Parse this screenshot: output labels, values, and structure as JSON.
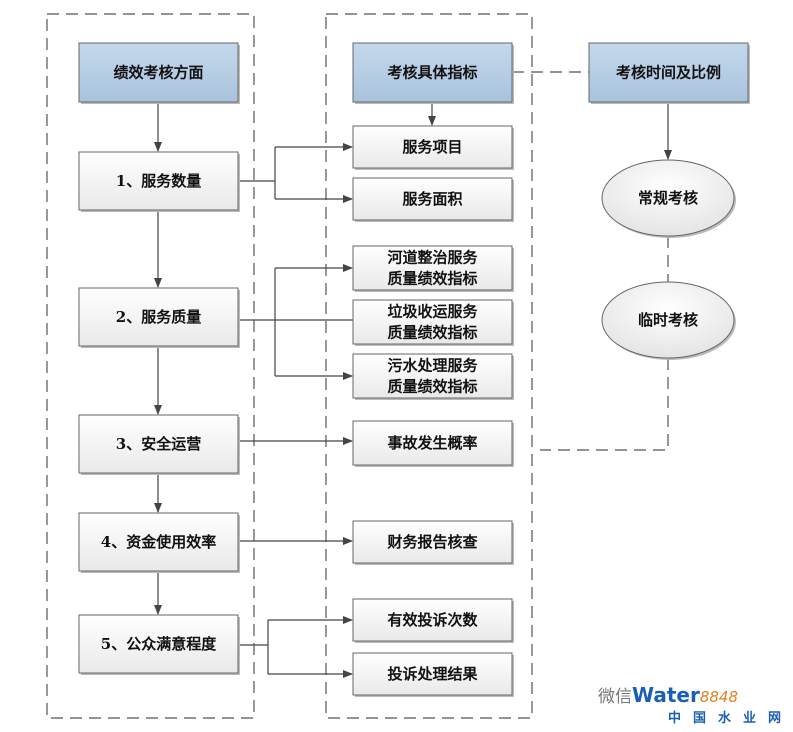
{
  "headers": {
    "aspects": "绩效考核方面",
    "indicators": "考核具体指标",
    "timing": "考核时间及比例"
  },
  "aspects": [
    "1、服务数量",
    "2、服务质量",
    "3、安全运营",
    "4、资金使用效率",
    "5、公众满意程度"
  ],
  "indicators": [
    [
      "服务项目"
    ],
    [
      "服务面积"
    ],
    [
      "河道整治服务",
      "质量绩效指标"
    ],
    [
      "垃圾收运服务",
      "质量绩效指标"
    ],
    [
      "污水处理服务",
      "质量绩效指标"
    ],
    [
      "事故发生概率"
    ],
    [
      "财务报告核查"
    ],
    [
      "有效投诉次数"
    ],
    [
      "投诉处理结果"
    ]
  ],
  "timing": [
    "常规考核",
    "临时考核"
  ],
  "watermark": {
    "prefix": "微信",
    "brand": "Water",
    "num": "8848",
    "cn": "中国水业网"
  },
  "colors": {
    "header_fill": "#b6cde4",
    "box_fill": "#f4f4f4",
    "line": "#444444"
  }
}
